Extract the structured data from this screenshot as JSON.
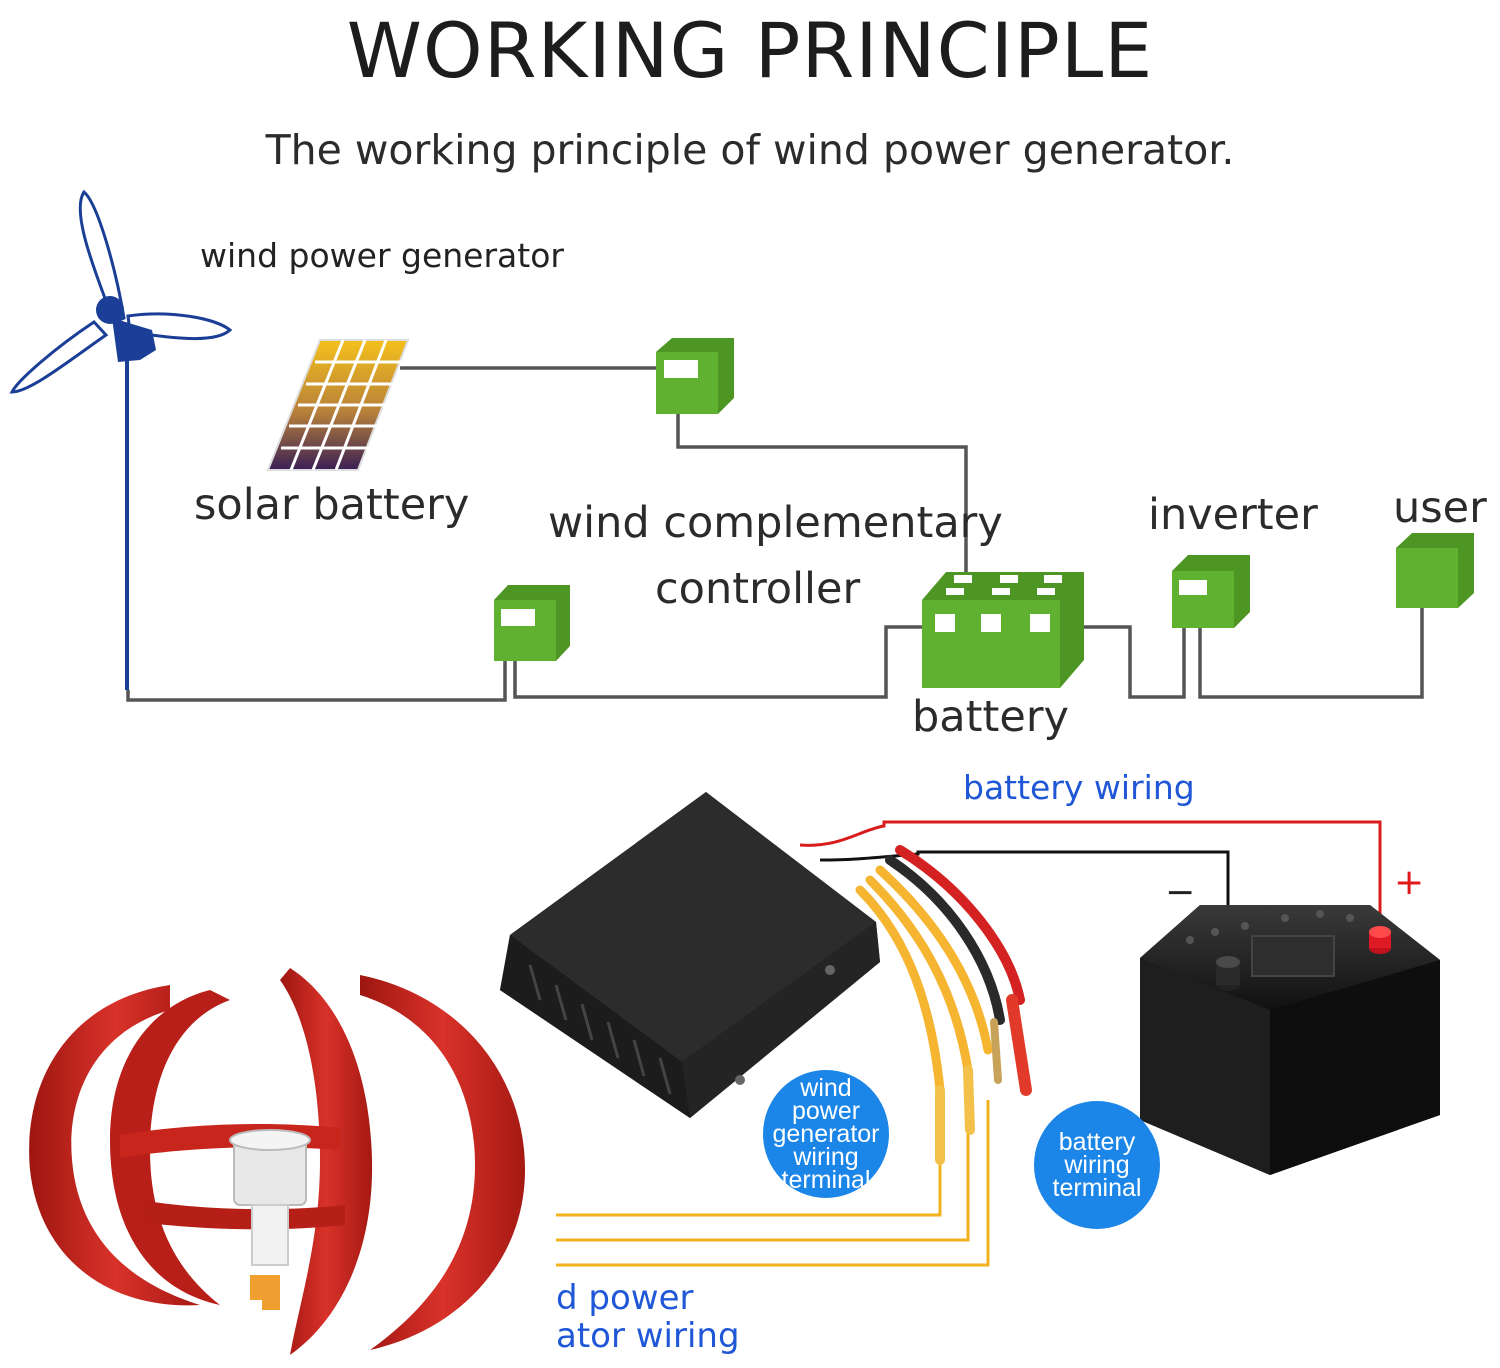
{
  "title": "WORKING PRINCIPLE",
  "subtitle": "The working principle of wind power generator.",
  "labels": {
    "wind_power_generator": "wind power generator",
    "solar_battery": "solar battery",
    "wind_complementary": "wind complementary",
    "controller": "controller",
    "inverter": "inverter",
    "user": "user",
    "battery": "battery",
    "battery_wiring": "battery wiring",
    "plus": "+",
    "minus": "−",
    "bubble_generator": "wind\npower\ngenerator\nwiring\nterminal",
    "bubble_battery": "battery\nwiring\nterminal",
    "cropped_line1": "d power",
    "cropped_line2": "ator wiring"
  },
  "colors": {
    "title_text": "#1d1d1d",
    "box_green": "#58a52a",
    "line_gray": "#555555",
    "turbine_blue": "#1b3f96",
    "wire_red": "#d81c1c",
    "wire_yellow": "#f2b21e",
    "accent_blue": "#1f57d6",
    "bubble_blue": "#1b86e8",
    "blade_red": "#c8231c",
    "controller_black": "#1a1a1a"
  },
  "icons": [
    "wind-turbine-icon",
    "solar-panel-icon",
    "controller-box-icon",
    "battery-bank-icon",
    "inverter-box-icon",
    "user-box-icon",
    "vertical-axis-turbine-icon",
    "charge-controller-icon",
    "car-battery-icon"
  ]
}
